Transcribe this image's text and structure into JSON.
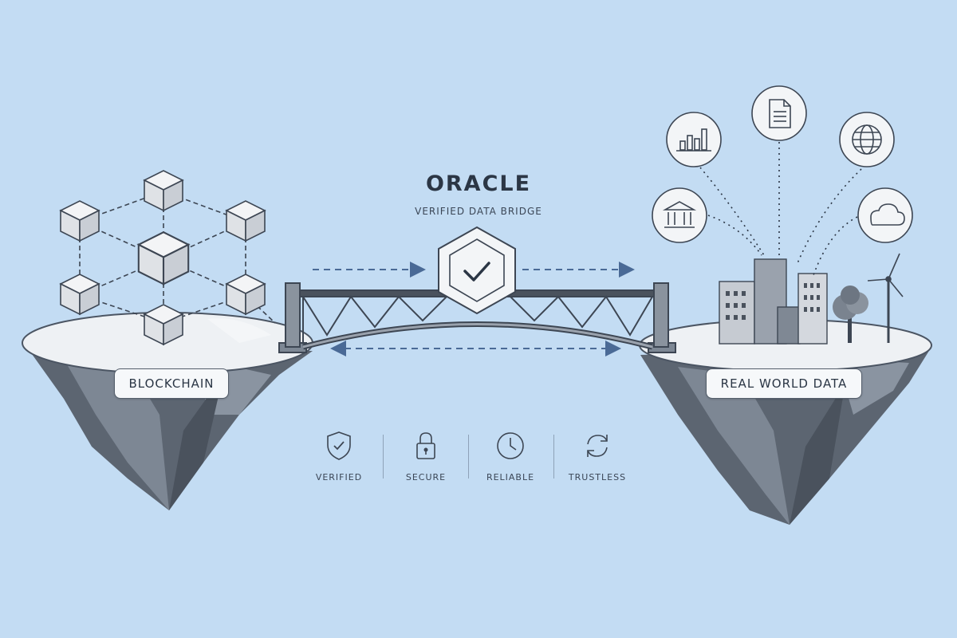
{
  "diagram": {
    "title": "ORACLE",
    "subtitle": "VERIFIED DATA BRIDGE",
    "left_island": {
      "label": "BLOCKCHAIN"
    },
    "right_island": {
      "label": "REAL WORLD DATA"
    },
    "data_source_icons": [
      "bar-chart-icon",
      "document-icon",
      "globe-icon",
      "bank-icon",
      "cloud-icon"
    ],
    "features": [
      {
        "label": "VERIFIED",
        "icon": "shield-check-icon"
      },
      {
        "label": "SECURE",
        "icon": "lock-icon"
      },
      {
        "label": "RELIABLE",
        "icon": "clock-icon"
      },
      {
        "label": "TRUSTLESS",
        "icon": "refresh-icon"
      }
    ]
  },
  "colors": {
    "background": "#c3dcf3",
    "accent_arrow": "#4a6a96",
    "text_dark": "#2b3645",
    "rock": "#6b7480"
  }
}
